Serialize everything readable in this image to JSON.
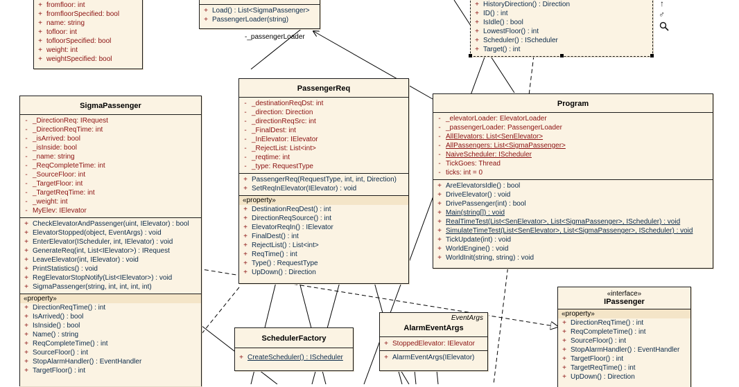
{
  "classes": {
    "sigma_fields_top": {
      "attrs": [
        "fromfloor:  int",
        "fromfloorSpecified:  bool",
        "name:  string",
        "tofloor:  int",
        "tofloorSpecified:  bool",
        "weight:  int",
        "weightSpecified:  bool"
      ]
    },
    "passenger_loader": {
      "ops": [
        "Load() : List<SigmaPassenger>",
        "PassengerLoader(string)"
      ]
    },
    "sen_elevator_top": {
      "ops": [
        "HistoryDirection() : Direction",
        "ID() : int",
        "IsIdle() : bool",
        "LowestFloor() : int",
        "Scheduler() : IScheduler",
        "Target() : int"
      ]
    },
    "sigma_passenger": {
      "name": "SigmaPassenger",
      "attrs": [
        "_DirectionReq:  IRequest",
        "_DirectionReqTime:  int",
        "_isArrived:  bool",
        "_isInside:  bool",
        "_name:  string",
        "_ReqCompleteTime:  int",
        "_SourceFloor:  int",
        "_TargetFloor:  int",
        "_TargetReqTime:  int",
        "_weight:  int",
        "MyElev:  IElevator"
      ],
      "ops": [
        "CheckElevatorAndPassenger(uint, IElevator) : bool",
        "ElevatorStopped(object, EventArgs) : void",
        "EnterElevator(IScheduler, int, IElevator) : void",
        "GenerateReq(int, List<IElevator>) : IRequest",
        "LeaveElevator(int, IElevator) : void",
        "PrintStatistics() : void",
        "RegElevatorStopNotify(List<IElevator>) : void",
        "SigmaPassenger(string, int, int, int, int)"
      ],
      "property_label": "«property»",
      "props": [
        "DirectionReqTime() : int",
        "IsArrived() : bool",
        "IsInside() : bool",
        "Name() : string",
        "ReqCompleteTime() : int",
        "SourceFloor() : int",
        "StopAlarmHandler() : EventHandler",
        "TargetFloor() : int"
      ]
    },
    "passenger_req": {
      "name": "PassengerReq",
      "attrs": [
        "_destinationReqDst:  int",
        "_direction:  Direction",
        "_directionReqSrc:  int",
        "_FinalDest:  int",
        "_InElevator:  IElevator",
        "_RejectList:  List<int>",
        "_reqtime:  int",
        "_type:  RequestType"
      ],
      "ops": [
        "PassengerReq(RequestType, int, int, Direction)",
        "SetReqInElevator(IElevator) : void"
      ],
      "property_label": "«property»",
      "props": [
        "DestinationReqDest() : int",
        "DirectionReqSource() : int",
        "ElevatorReqIn() : IElevator",
        "FinalDest() : int",
        "RejectList() : List<int>",
        "ReqTime() : int",
        "Type() : RequestType",
        "UpDown() : Direction"
      ]
    },
    "program": {
      "name": "Program",
      "attrs": [
        {
          "t": "_elevatorLoader:  ElevatorLoader",
          "u": false
        },
        {
          "t": "_passengerLoader:  PassengerLoader",
          "u": false
        },
        {
          "t": "AllElevators:  List<SenElevator>",
          "u": true
        },
        {
          "t": "AllPassengers:  List<SigmaPassenger>",
          "u": true
        },
        {
          "t": "NaiveScheduler:  IScheduler",
          "u": true
        },
        {
          "t": "TickGoes:  Thread",
          "u": false
        },
        {
          "t": "ticks:  int = 0",
          "u": false
        }
      ],
      "ops": [
        {
          "t": "AreElevatorsIdle() : bool",
          "u": false
        },
        {
          "t": "DriveElevator() : void",
          "u": false
        },
        {
          "t": "DrivePassenger(int) : bool",
          "u": false
        },
        {
          "t": "Main(string[]) : void",
          "u": true
        },
        {
          "t": "RealTimeTest(List<SenElevator>, List<SigmaPassenger>, IScheduler) : void",
          "u": true
        },
        {
          "t": "SimulateTimeTest(List<SenElevator>, List<SigmaPassenger>, IScheduler) : void",
          "u": true
        },
        {
          "t": "TickUpdate(int) : void",
          "u": false
        },
        {
          "t": "WorldEngine() : void",
          "u": false
        },
        {
          "t": "WorldInit(string, string) : void",
          "u": false
        }
      ]
    },
    "scheduler_factory": {
      "name": "SchedulerFactory",
      "ops": [
        "CreateScheduler() : IScheduler"
      ]
    },
    "alarm_event_args": {
      "name": "AlarmEventArgs",
      "base": "EventArgs",
      "attrs": [
        "StoppedElevator:  IElevator"
      ],
      "ops": [
        "AlarmEventArgs(IElevator)"
      ]
    },
    "ipassenger": {
      "stereotype": "«interface»",
      "name": "IPassenger",
      "property_label": "«property»",
      "props": [
        "DirectionReqTime() : int",
        "ReqCompleteTime() : int",
        "SourceFloor() : int",
        "StopAlarmHandler() : EventHandler",
        "TargetFloor() : int",
        "TargetReqTime() : int",
        "UpDown() : Direction"
      ]
    }
  },
  "labels": {
    "passenger_loader_role": "-_passengerLoader"
  },
  "marks": {
    "attr": "-",
    "op": "+",
    "shared_op": "+"
  },
  "icons": [
    "arrow-up-icon",
    "gender-male-icon",
    "zoom-icon"
  ],
  "colors": {
    "box_fill": "#fbf3e3",
    "attr_text": "#8a1010",
    "op_text": "#0b2a4a",
    "property_band": "#f4e5c8"
  }
}
